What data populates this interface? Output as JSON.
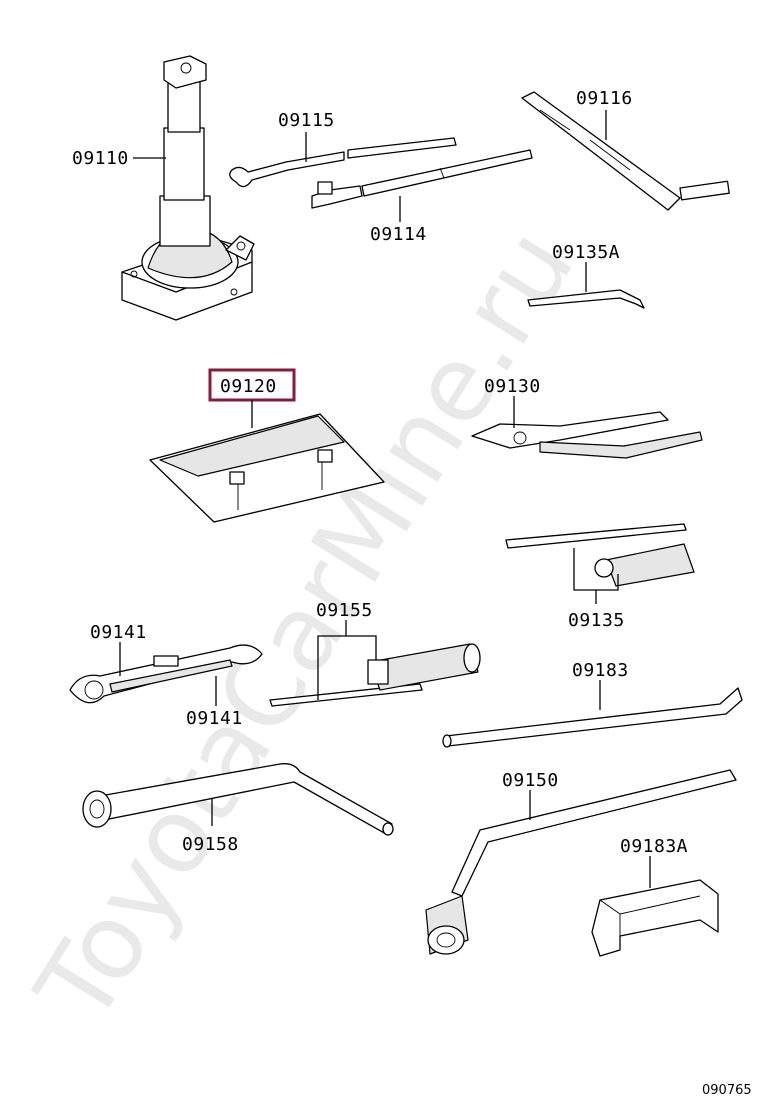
{
  "watermark": "ToyotaCarMine.ru",
  "diagram_code": "090765",
  "highlight_color": "#8b1a3a",
  "parts": {
    "p09110": "09110",
    "p09115": "09115",
    "p09114": "09114",
    "p09116": "09116",
    "p09135A": "09135A",
    "p09120": "09120",
    "p09130": "09130",
    "p09135": "09135",
    "p09141a": "09141",
    "p09141b": "09141",
    "p09155": "09155",
    "p09183": "09183",
    "p09158": "09158",
    "p09150": "09150",
    "p09183A": "09183A"
  }
}
